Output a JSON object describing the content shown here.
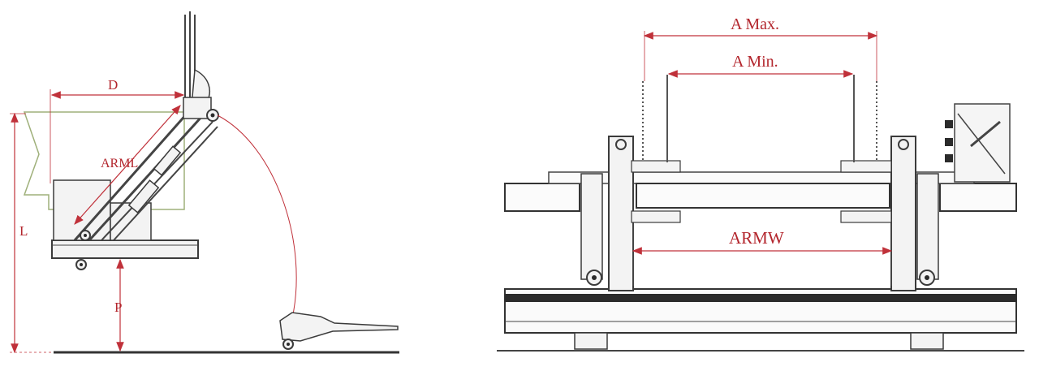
{
  "colors": {
    "dimension": "#c0313a",
    "label": "#b3262d",
    "outline_box": "#9fb07a",
    "drawing": "#3b3b3b"
  },
  "left_view": {
    "labels": {
      "d": "D",
      "arml": "ARML",
      "l": "L",
      "p": "P"
    }
  },
  "right_view": {
    "labels": {
      "a_max": "A Max.",
      "a_min": "A Min.",
      "armw": "ARMW"
    }
  }
}
